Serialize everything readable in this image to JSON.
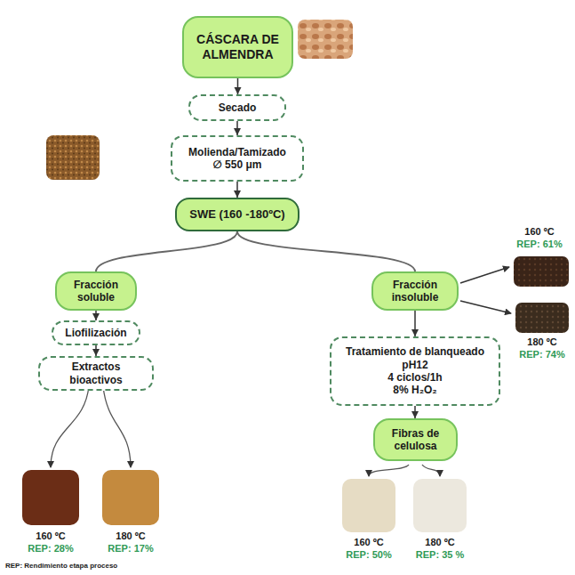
{
  "diagram": {
    "nodes": [
      {
        "text": [
          "CÁSCARA DE ALMENDRA"
        ]
      },
      {
        "text": [
          "Secado"
        ]
      },
      {
        "text": [
          "Molienda/Tamizado",
          "∅ 550 μm"
        ]
      },
      {
        "text": [
          "SWE (160 -180ºC)"
        ]
      },
      {
        "text": [
          "Fracción soluble"
        ]
      },
      {
        "text": [
          "Fracción insoluble"
        ]
      },
      {
        "text": [
          "Liofilización"
        ]
      },
      {
        "text": [
          "Extractos bioactivos"
        ]
      },
      {
        "text": [
          "Tratamiento de blanqueado",
          "pH12",
          "4 ciclos/1h",
          "8% H₂O₂"
        ]
      },
      {
        "text": [
          "Fibras de celulosa"
        ]
      }
    ],
    "edges": [
      {
        "from": 0,
        "to": 1,
        "arrow": "to"
      },
      {
        "from": 1,
        "to": 2,
        "arrow": "to"
      },
      {
        "from": 2,
        "to": 3,
        "arrow": "to"
      },
      {
        "from": 3,
        "to": 4,
        "arrow": "none"
      },
      {
        "from": 3,
        "to": 5,
        "arrow": "none"
      },
      {
        "from": 4,
        "to": 6,
        "arrow": "to"
      },
      {
        "from": 6,
        "to": 7,
        "arrow": "to"
      },
      {
        "from": 5,
        "to": 8,
        "arrow": "to"
      },
      {
        "from": 8,
        "to": 9,
        "arrow": "to"
      }
    ],
    "labels": [
      "160 ºC",
      "REP: 61%",
      "180 ºC",
      "REP: 74%",
      "160 ºC",
      "REP: 28%",
      "180 ºC",
      "REP: 17%",
      "160 ºC",
      "REP: 50%",
      "180 ºC",
      "REP: 35 %",
      "REP: Rendimiento etapa proceso"
    ]
  }
}
